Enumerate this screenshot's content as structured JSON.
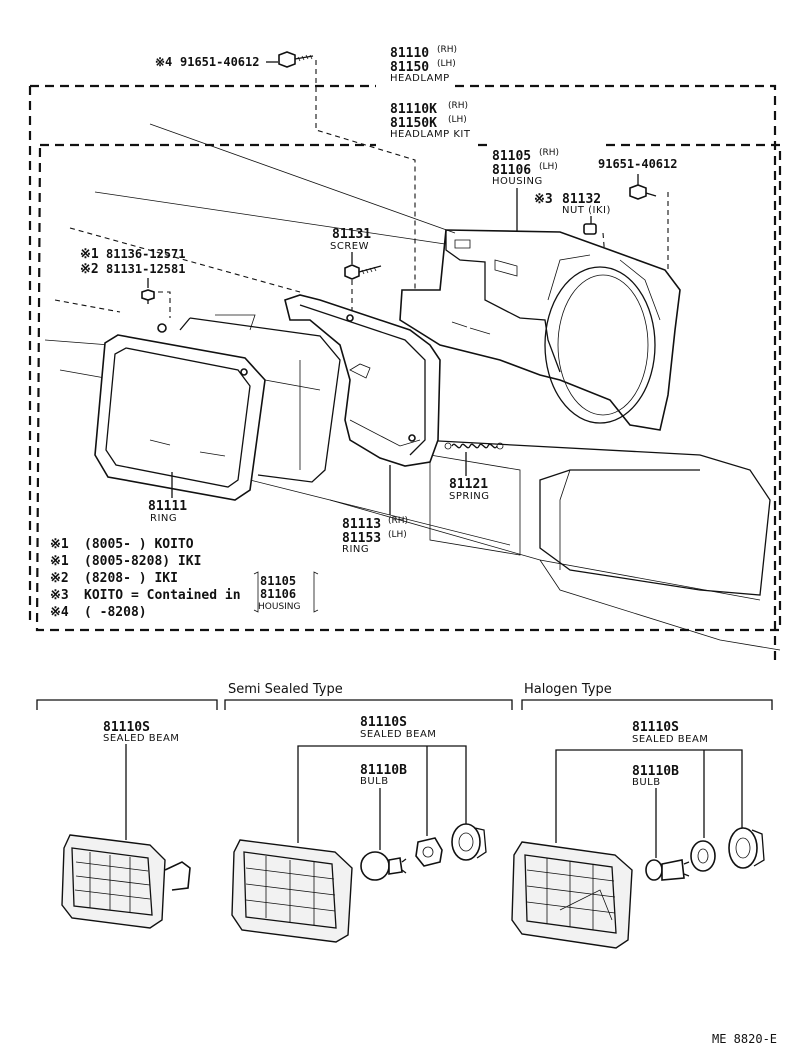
{
  "bolt_top": {
    "mark": "※4",
    "part_no": "91651-40612"
  },
  "headlamp": {
    "rh": "81110",
    "rh_suffix": "(RH)",
    "lh": "81150",
    "lh_suffix": "(LH)",
    "name": "HEADLAMP"
  },
  "headlamp_kit": {
    "rh": "81110K",
    "rh_suffix": "(RH)",
    "lh": "81150K",
    "lh_suffix": "(LH)",
    "name": "HEADLAMP KIT"
  },
  "housing": {
    "rh": "81105",
    "rh_suffix": "(RH)",
    "lh": "81106",
    "lh_suffix": "(LH)",
    "name": "HOUSING"
  },
  "bolt_housing": {
    "part_no": "91651-40612"
  },
  "nut": {
    "mark": "※3",
    "part_no": "81132",
    "name": "NUT (IKI)"
  },
  "screw": {
    "part_no": "81131",
    "name": "SCREW"
  },
  "screws_small": [
    {
      "mark": "※1",
      "part_no": "81136-12571"
    },
    {
      "mark": "※2",
      "part_no": "81131-12581"
    }
  ],
  "ring_front": {
    "part_no": "81111",
    "name": "RING"
  },
  "ring_rear": {
    "rh": "81113",
    "rh_suffix": "(RH)",
    "lh": "81153",
    "lh_suffix": "(LH)",
    "name": "RING"
  },
  "spring": {
    "part_no": "81121",
    "name": "SPRING"
  },
  "notes": [
    {
      "mark": "※1",
      "text": "(8005-      )  KOITO"
    },
    {
      "mark": "※1",
      "text": "(8005-8208)  IKI"
    },
    {
      "mark": "※2",
      "text": "(8208-      )  IKI"
    },
    {
      "mark": "※3",
      "text": "KOITO = Contained in"
    },
    {
      "mark": "※4",
      "text": "(      -8208)"
    }
  ],
  "contained_in": {
    "line1": "81105",
    "line2": "81106",
    "line3": "HOUSING"
  },
  "sections": {
    "sealed_beam_only": {
      "title": "",
      "part_no": "81110S",
      "name": "SEALED BEAM"
    },
    "semi_sealed": {
      "title": "Semi Sealed Type",
      "part_no": "81110S",
      "name": "SEALED BEAM",
      "bulb_no": "81110B",
      "bulb_name": "BULB"
    },
    "halogen": {
      "title": "Halogen Type",
      "part_no": "81110S",
      "name": "SEALED BEAM",
      "bulb_no": "81110B",
      "bulb_name": "BULB"
    }
  },
  "footer_code": "ME 8820-E"
}
